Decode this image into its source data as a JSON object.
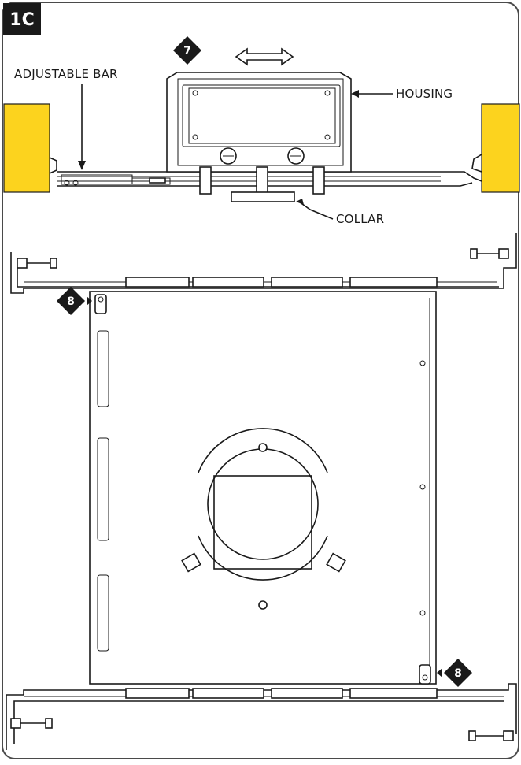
{
  "figure": {
    "badge": "1C",
    "labels": {
      "adjustable_bar": "ADJUSTABLE BAR",
      "housing": "HOUSING",
      "collar": "COLLAR"
    },
    "steps": {
      "step_top": "7",
      "step_left": "8",
      "step_right": "8"
    },
    "colors": {
      "frame": "#1a1a1a",
      "joist_yellow": "#fcd31e",
      "step_marker": "#1a1a1a"
    },
    "icons": [
      "double-arrow-icon",
      "step-marker-icon",
      "pointer-arrow-icon"
    ]
  }
}
